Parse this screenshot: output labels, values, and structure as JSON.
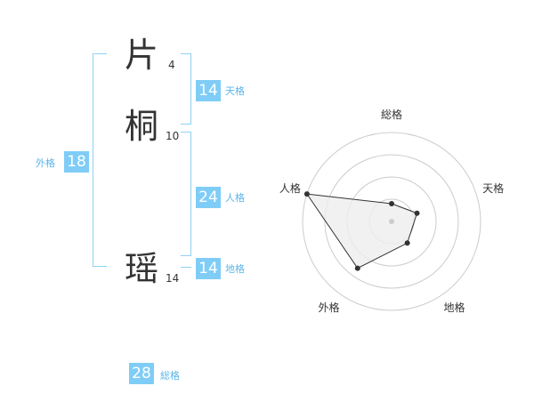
{
  "name": {
    "chars": [
      {
        "char": "片",
        "strokes": "4"
      },
      {
        "char": "桐",
        "strokes": "10"
      },
      {
        "char": "瑶",
        "strokes": "14"
      }
    ]
  },
  "kakusu": {
    "tenkaku": {
      "value": "14",
      "label": "天格"
    },
    "jinkaku": {
      "value": "24",
      "label": "人格"
    },
    "chikaku": {
      "value": "14",
      "label": "地格"
    },
    "gaikaku": {
      "value": "18",
      "label": "外格"
    },
    "soukaku": {
      "value": "28",
      "label": "総格"
    }
  },
  "chart_data": {
    "type": "radar",
    "axes": [
      "総格",
      "天格",
      "地格",
      "外格",
      "人格"
    ],
    "values": [
      0.2,
      0.3,
      0.3,
      0.65,
      1.0
    ],
    "range": [
      0,
      1
    ],
    "rings": 4,
    "colors": {
      "ring": "#cccccc",
      "fill": "#eeeeee",
      "line": "#333333",
      "point": "#333333",
      "center": "#cccccc"
    }
  }
}
